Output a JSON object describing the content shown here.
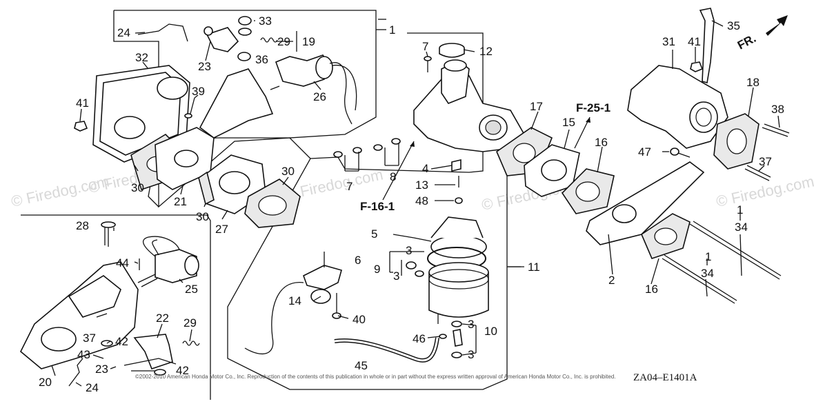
{
  "diagram": {
    "part_numbers": {
      "p1a": "1",
      "p1b": "1",
      "p1c": "1",
      "p2": "2",
      "p3a": "3",
      "p3b": "3",
      "p3c": "3",
      "p3d": "3",
      "p4": "4",
      "p5": "5",
      "p6": "6",
      "p7a": "7",
      "p7b": "7",
      "p8": "8",
      "p9": "9",
      "p10": "10",
      "p11": "11",
      "p12": "12",
      "p13": "13",
      "p14": "14",
      "p15": "15",
      "p16a": "16",
      "p16b": "16",
      "p17": "17",
      "p18": "18",
      "p19": "19",
      "p20": "20",
      "p21": "21",
      "p22": "22",
      "p23a": "23",
      "p23b": "23",
      "p24a": "24",
      "p24b": "24",
      "p25": "25",
      "p26": "26",
      "p27": "27",
      "p28": "28",
      "p29a": "29",
      "p29b": "29",
      "p30a": "30",
      "p30b": "30",
      "p30c": "30",
      "p31": "31",
      "p32": "32",
      "p33": "33",
      "p34a": "34",
      "p34b": "34",
      "p35": "35",
      "p36": "36",
      "p37a": "37",
      "p37b": "37",
      "p38": "38",
      "p39": "39",
      "p40": "40",
      "p41a": "41",
      "p41b": "41",
      "p42a": "42",
      "p42b": "42",
      "p43": "43",
      "p44": "44",
      "p45": "45",
      "p46": "46",
      "p47": "47",
      "p48": "48"
    },
    "references": {
      "f16": "F-16-1",
      "f25": "F-25-1"
    },
    "direction_label": "FR.",
    "diagram_code": "ZA04–E1401A",
    "copyright": "©2002-2010 American Honda Motor Co., Inc. Reproduction of the contents of this publication in whole or in part without the express written approval of American Honda Motor Co., Inc. is prohibited.",
    "watermark": "© Firedog.com"
  }
}
